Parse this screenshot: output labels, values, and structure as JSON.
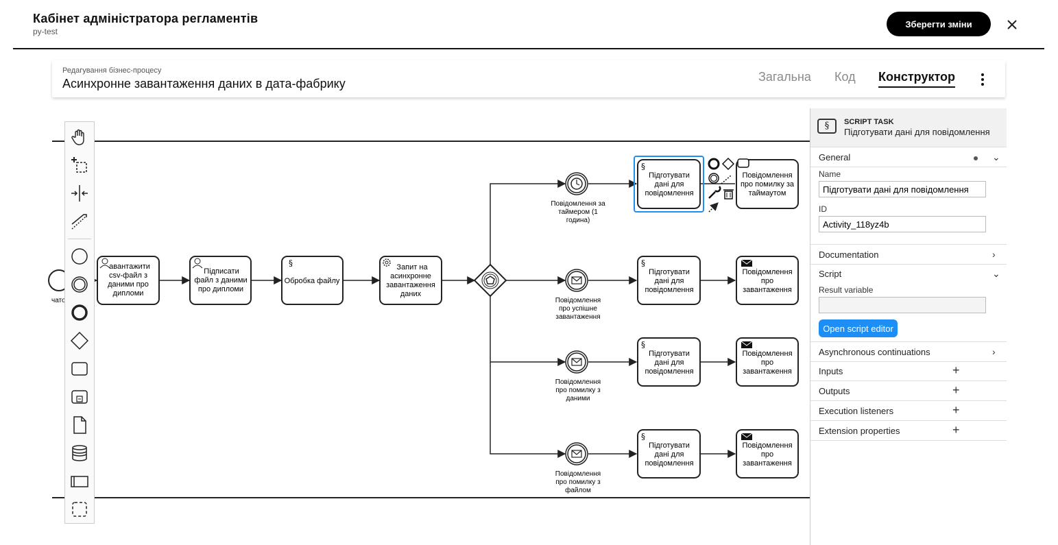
{
  "app": {
    "title": "Кабінет адміністратора регламентів",
    "subtitle": "py-test",
    "save_label": "Зберегти зміни"
  },
  "process": {
    "breadcrumb": "Редагування бізнес-процесу",
    "title": "Асинхронне завантаження даних в дата-фабрику",
    "tabs": [
      {
        "label": "Загальна"
      },
      {
        "label": "Код"
      },
      {
        "label": "Конструктор"
      }
    ]
  },
  "diagram": {
    "start_label": "чато",
    "tasks": {
      "t1": [
        "авантажити",
        "csv-файл з",
        "даними про",
        "дипломи"
      ],
      "t2": [
        "Підписати",
        "файл з даними",
        "про дипломи"
      ],
      "t3": [
        "Обробка файлу"
      ],
      "t4": [
        "Запит на",
        "асинхронне",
        "завантаження",
        "даних"
      ],
      "p1": [
        "Підготувати",
        "дані для",
        "повідомлення"
      ],
      "p2": [
        "Підготувати",
        "дані для",
        "повідомлення"
      ],
      "p3": [
        "Підготувати",
        "дані для",
        "повідомлення"
      ],
      "p4": [
        "Підготувати",
        "дані для",
        "повідомлення"
      ],
      "s1": [
        "Повідомлення",
        "про помилку за",
        "таймаутом"
      ],
      "s2": [
        "Повідомлення",
        "про",
        "завантаження"
      ],
      "s3": [
        "Повідомлення",
        "про",
        "завантаження"
      ],
      "s4": [
        "Повідомлення",
        "про",
        "завантаження"
      ]
    },
    "events": {
      "e1": [
        "Повідомлення за",
        "таймером (1",
        "година)"
      ],
      "e2": [
        "Повідомлення",
        "про успішне",
        "завантаження"
      ],
      "e3": [
        "Повідомлення",
        "про помилку з",
        "даними"
      ],
      "e4": [
        "Повідомлення",
        "про помилку з",
        "файлом"
      ]
    }
  },
  "properties": {
    "type": "SCRIPT TASK",
    "element_name": "Підготувати дані для повідомлення",
    "general": "General",
    "name_label": "Name",
    "name_value": "Підготувати дані для повідомлення",
    "id_label": "ID",
    "id_value": "Activity_118yz4b",
    "documentation": "Documentation",
    "script": "Script",
    "result_variable_label": "Result variable",
    "result_variable_value": "",
    "open_editor": "Open script editor",
    "async": "Asynchronous continuations",
    "inputs": "Inputs",
    "outputs": "Outputs",
    "listeners": "Execution listeners",
    "extension": "Extension properties"
  }
}
